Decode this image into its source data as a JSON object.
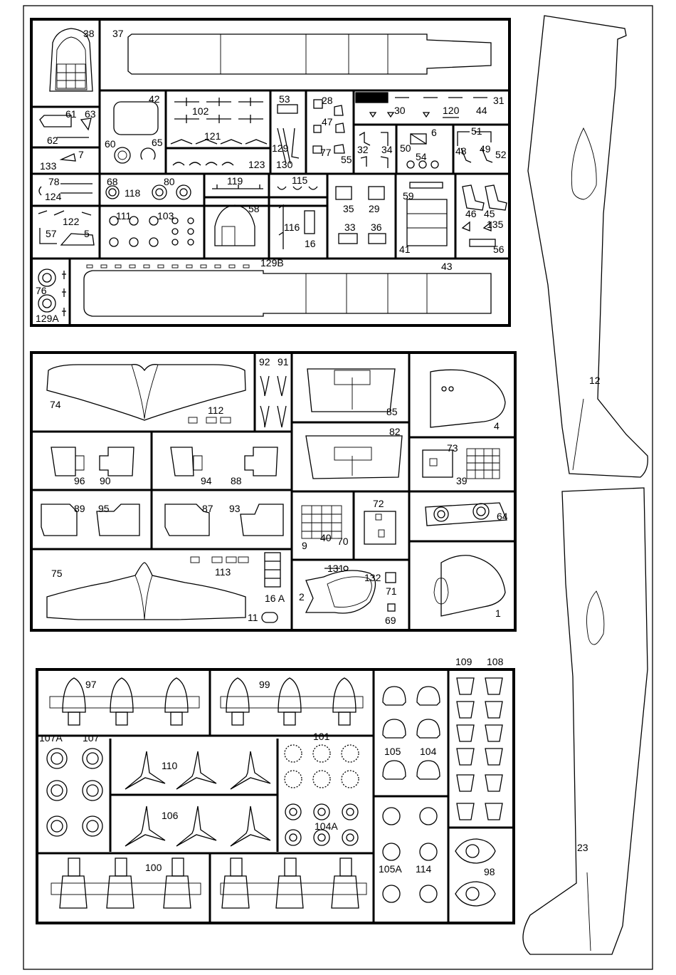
{
  "part_numbers": [
    "38",
    "37",
    "61",
    "63",
    "62",
    "133",
    "7",
    "42",
    "60",
    "65",
    "102",
    "121",
    "123",
    "53",
    "129",
    "130",
    "28",
    "47",
    "77",
    "55",
    "30",
    "120",
    "44",
    "31",
    "32",
    "34",
    "50",
    "6",
    "54",
    "51",
    "48",
    "49",
    "52",
    "78",
    "124",
    "68",
    "118",
    "80",
    "119",
    "115",
    "35",
    "29",
    "59",
    "122",
    "57",
    "5",
    "111",
    "103",
    "58",
    "116",
    "16",
    "33",
    "36",
    "41",
    "46",
    "45",
    "135",
    "56",
    "76",
    "129A",
    "129B",
    "43",
    "92",
    "91",
    "74",
    "112",
    "85",
    "4",
    "82",
    "96",
    "90",
    "94",
    "88",
    "73",
    "39",
    "89",
    "95",
    "87",
    "93",
    "40",
    "9",
    "70",
    "72",
    "64",
    "75",
    "113",
    "16 A",
    "11",
    "131",
    "132",
    "2",
    "71",
    "69",
    "1",
    "12",
    "23",
    "97",
    "99",
    "109",
    "108",
    "107A",
    "107",
    "110",
    "101",
    "105",
    "104",
    "106",
    "104A",
    "105A",
    "114",
    "98",
    "100"
  ]
}
